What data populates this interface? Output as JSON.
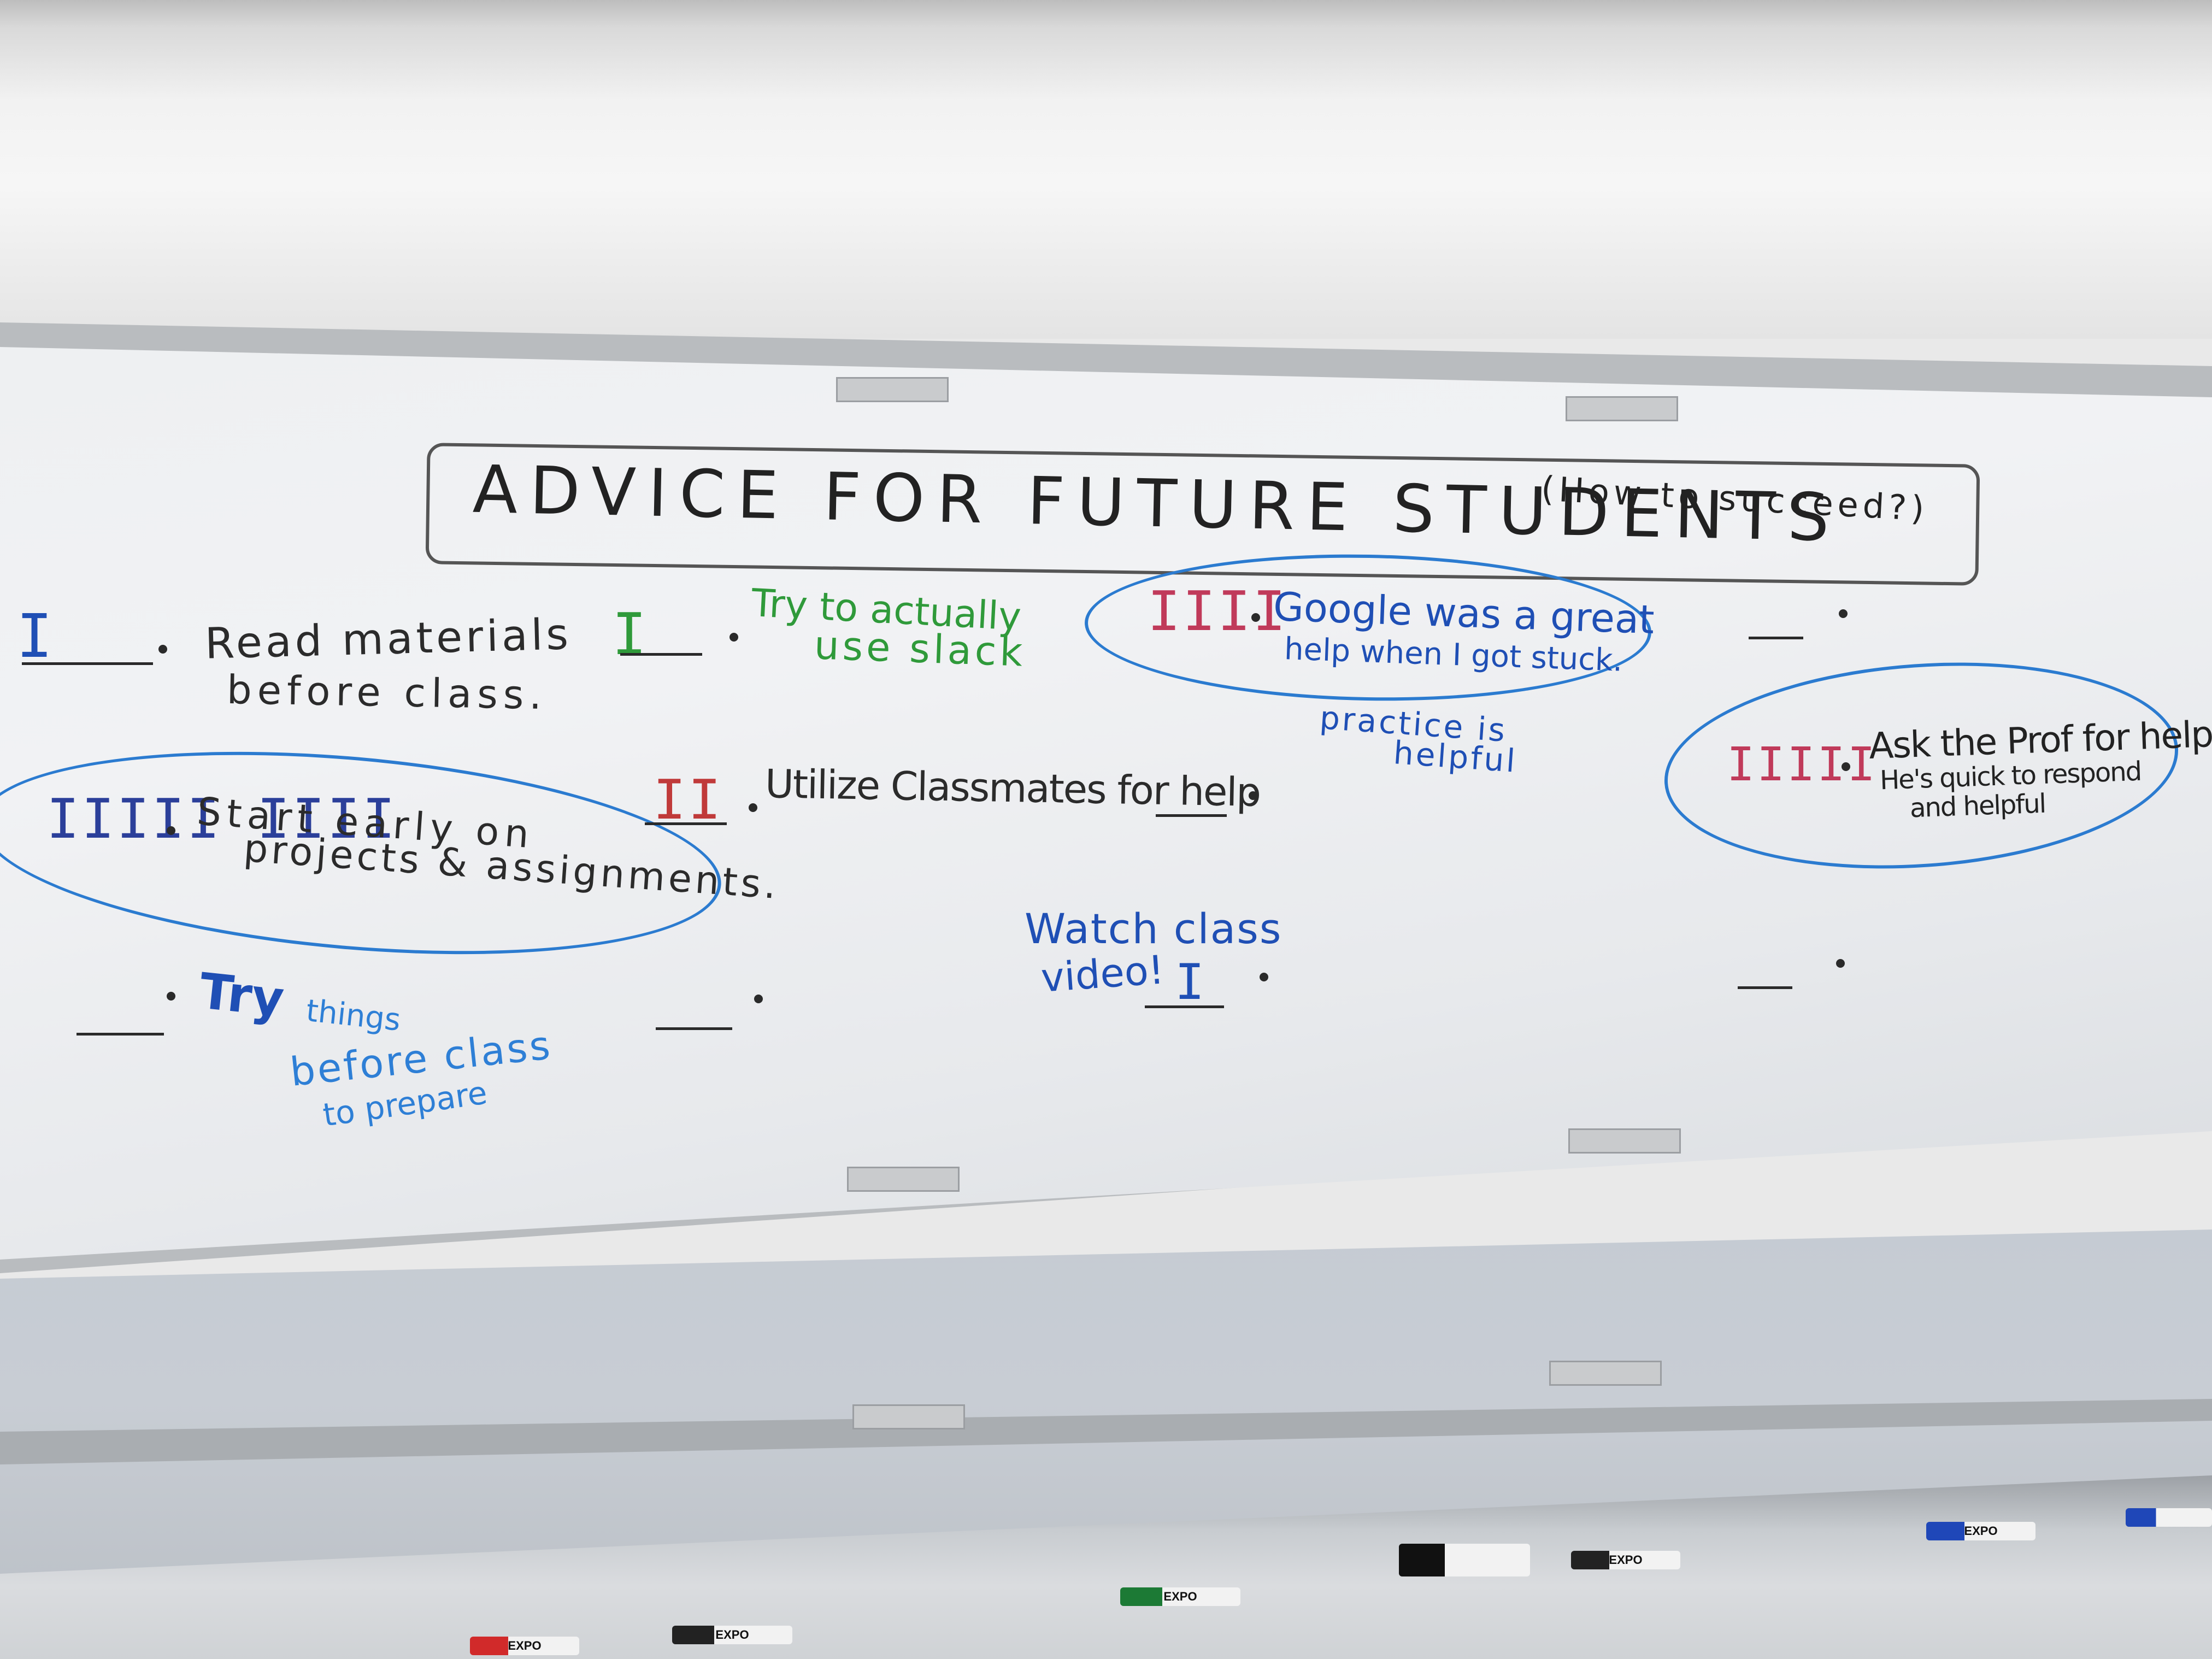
{
  "board": {
    "title": "ADVICE FOR FUTURE STUDENTS",
    "subtitle": "(How to succeed?)"
  },
  "notes": [
    {
      "tally": "I",
      "text_line1": "Read materials",
      "text_line2": "before class."
    },
    {
      "tally": "I",
      "text_line1": "Try to actually",
      "text_line2": "use slack"
    },
    {
      "tally": "IIII",
      "text_line1": "Google was a great",
      "text_line2": "help when I got stuck."
    },
    {
      "text_line1": "practice is",
      "text_line2": "helpful"
    },
    {
      "tally": "IIIII IIII",
      "text_line1": "Start early on",
      "text_line2": "projects & assignments."
    },
    {
      "tally": "II",
      "text_line1": "Utilize Classmates for help"
    },
    {
      "tally": "IIIII",
      "text_line1": "Ask the Prof for help",
      "text_line2": "He's quick to respond",
      "text_line3": "and helpful"
    },
    {
      "text_line1": "Try",
      "text_line2": "things",
      "text_line3": "before class",
      "text_line4": "to prepare"
    },
    {
      "tally": "I",
      "text_line1": "Watch class",
      "text_line2": "video!"
    }
  ],
  "markers": [
    {
      "brand": "EXPO",
      "color": "#d12a2a"
    },
    {
      "brand": "EXPO",
      "color": "#222222"
    },
    {
      "brand": "EXPO",
      "color": "#1c7a35"
    },
    {
      "brand": "",
      "color": "#111111"
    },
    {
      "brand": "EXPO",
      "color": "#222222"
    },
    {
      "brand": "EXPO",
      "color": "#1f47b8"
    },
    {
      "brand": "",
      "color": "#1f47b8"
    }
  ]
}
